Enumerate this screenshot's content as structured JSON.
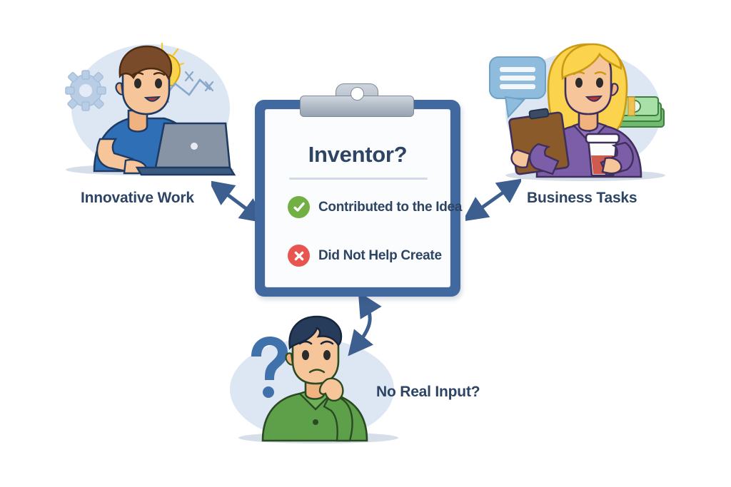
{
  "page": {
    "background_color": "#ffffff",
    "accent_blue": "#41699f",
    "text_navy": "#2d4463",
    "blob_blue": "#dde7f3"
  },
  "clipboard": {
    "title": "Inventor?",
    "border_color": "#41699f",
    "paper_color": "#fbfcfd",
    "items": [
      {
        "icon": "check-circle-icon",
        "label": "Contributed to the Idea",
        "color": "#72b043",
        "state": "yes"
      },
      {
        "icon": "x-circle-icon",
        "label": "Did Not Help Create",
        "color": "#e8544f",
        "state": "no"
      }
    ]
  },
  "labels": {
    "innovative_work": "Innovative Work",
    "business_tasks": "Business Tasks",
    "no_real_input": "No Real Input?"
  },
  "arrows": [
    {
      "name": "arrow-clipboard-to-innovative-work",
      "style": "double-headed",
      "direction": "up-left"
    },
    {
      "name": "arrow-clipboard-to-business-tasks",
      "style": "double-headed",
      "direction": "up-right"
    },
    {
      "name": "arrow-clipboard-to-no-real-input",
      "style": "double-headed-curved",
      "direction": "down"
    }
  ],
  "illustrations": {
    "left": {
      "name": "man-at-laptop",
      "description": "Man with brown hair in blue t-shirt typing on a laptop",
      "props": [
        "lightbulb-icon",
        "gear-icon",
        "line-chart-icon",
        "laptop-icon"
      ],
      "colors": {
        "shirt": "#2f6fb5",
        "hair": "#7a4b2a",
        "skin": "#f7c59a",
        "laptop": "#8794a6"
      }
    },
    "right": {
      "name": "woman-with-clipboard",
      "description": "Blonde woman in purple blouse holding a brown clipboard and a coffee cup",
      "props": [
        "speech-bubble-icon",
        "money-stack-icon",
        "clipboard-icon",
        "coffee-cup-icon"
      ],
      "colors": {
        "blouse": "#7b5ea7",
        "hair": "#fbd34d",
        "skin": "#f7c59a",
        "clipboard": "#8a5a2b",
        "money": "#7fc77f"
      }
    },
    "bottom": {
      "name": "thinking-man",
      "description": "Man with dark hair in a green polo shirt resting hand on chin, with a question mark",
      "props": [
        "question-mark-icon"
      ],
      "colors": {
        "shirt": "#5ea04a",
        "hair": "#273c5a",
        "skin": "#f7c59a",
        "question": "#3f72ab"
      }
    }
  }
}
